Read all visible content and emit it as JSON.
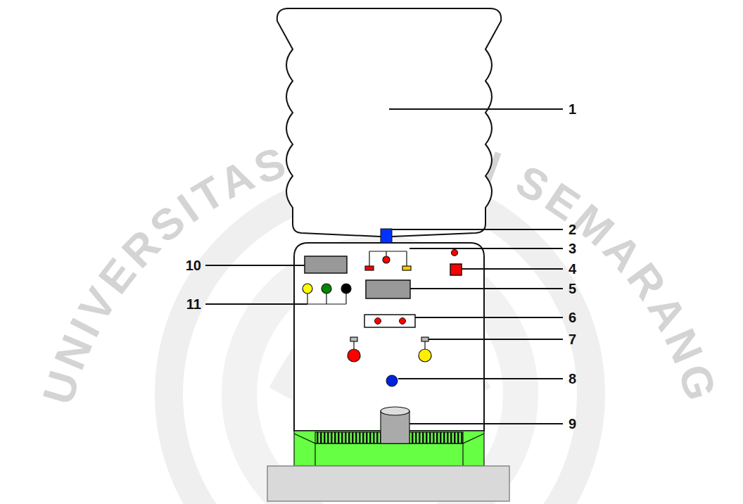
{
  "diagram": {
    "labels": [
      "1",
      "2",
      "3",
      "4",
      "5",
      "6",
      "7",
      "8",
      "9",
      "10",
      "11",
      "UNIVERSITAS NEGERI SEMARANG"
    ]
  }
}
